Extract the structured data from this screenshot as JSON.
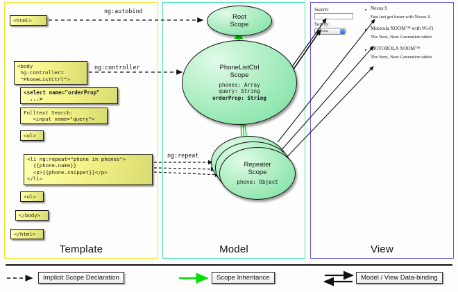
{
  "panels": {
    "template": {
      "label": "Template",
      "border_color": "#f2e630"
    },
    "model": {
      "label": "Model",
      "border_color": "#45e8ac"
    },
    "view": {
      "label": "View",
      "border_color": "#6a5ae0"
    }
  },
  "template_boxes": [
    {
      "id": "html-open",
      "text": "<html>"
    },
    {
      "id": "body-open",
      "text": "<body\n ng:controller=\n \"PhoneListCtrl\">"
    },
    {
      "id": "select",
      "text": "<select name=\"orderProp\"\n  ...>"
    },
    {
      "id": "input-query",
      "text": "Fulltext Search:\n   <input name=\"query\">"
    },
    {
      "id": "ul-open",
      "text": "<ul>"
    },
    {
      "id": "li-repeat",
      "text": "<li ng:repeat=\"phone in phones\">\n  {{phone.name}}\n  <p>{{phone.snippet}}</p>\n</li>"
    },
    {
      "id": "ul-close",
      "text": "<ul>"
    },
    {
      "id": "body-close",
      "text": "</body>"
    },
    {
      "id": "html-close",
      "text": "</html>"
    }
  ],
  "wire_labels": {
    "autobind": "ng:autobind",
    "controller": "ng:controller",
    "repeat": "ng:repeat"
  },
  "scopes": [
    {
      "id": "root",
      "title": "Root\nScope",
      "title_lines": [
        "Root",
        "Scope"
      ],
      "props": []
    },
    {
      "id": "phonelistctrl",
      "title": "PhoneListCtrl\nScope",
      "title_lines": [
        "PhoneListCtrl",
        "Scope"
      ],
      "props": [
        {
          "text": "phones: Array",
          "bold": false
        },
        {
          "text": "query: String",
          "bold": false
        },
        {
          "text": "orderProp: String",
          "bold": true
        }
      ]
    },
    {
      "id": "repeater",
      "title": "Repeater\nScope",
      "title_lines": [
        "Repeater",
        "Scope"
      ],
      "props": [
        {
          "text": "phone: Object",
          "bold": false
        }
      ]
    }
  ],
  "view": {
    "search_label": "Search:",
    "search_value": "",
    "sort_label": "Sort by:",
    "sort_selected": "Newest",
    "sort_options": [
      "Newest"
    ],
    "phones": [
      {
        "name": "Nexus S",
        "snippet": "Fast just got faster with Nexus S."
      },
      {
        "name": "Motorola XOOM™  with Wi-Fi",
        "snippet": "The Next, Next Generation tablet."
      },
      {
        "name": "MOTOROLA XOOM™",
        "snippet": "The Next, Next Generation tablet."
      }
    ]
  },
  "legend": [
    {
      "id": "implicit",
      "label": "Implicit Scope Declaration",
      "style": "dashed-arrow",
      "color": "#111111"
    },
    {
      "id": "inheritance",
      "label": "Scope Inheritance",
      "style": "solid-arrow",
      "color": "#00e000"
    },
    {
      "id": "databinding",
      "label": "Model / View Data-binding",
      "style": "double-arrow",
      "color": "#111111"
    }
  ]
}
